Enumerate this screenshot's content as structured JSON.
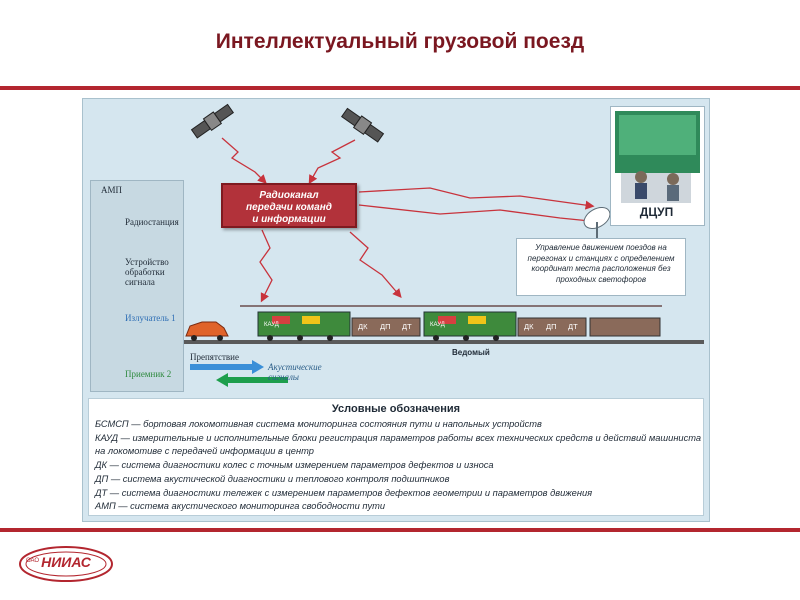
{
  "header": {
    "title": "Интеллектуальный грузовой поезд"
  },
  "colors": {
    "accent": "#b3262f",
    "panel": "#d5e6ef",
    "radio_box": "#b2323a",
    "arrow_blue": "#3a8fd8",
    "arrow_green": "#1d9e4c"
  },
  "amp_panel": {
    "title": "АМП",
    "radio_station": "Радиостанция",
    "processor": "Устройство\nобработки\nсигнала",
    "emitter": "Излучатель 1",
    "receiver": "Приемник 2"
  },
  "radio_box": {
    "label": "Радиоканал\nпередачи команд\nи информации"
  },
  "control_note": {
    "text": "Управление движением поездов на\nперегонах и станциях с определением\nкоординат места расположения без\nпроходных светофоров"
  },
  "dcup": {
    "label": "ДЦУП"
  },
  "scene": {
    "obstacle": "Препятствие",
    "acoustic": "Акустические\nсигналы",
    "slave": "Ведомый",
    "kaud_tag": "КАУД",
    "wagon_tags": [
      "ДК",
      "ДП",
      "ДТ",
      "ДК",
      "ДП",
      "ДТ"
    ]
  },
  "legend": {
    "title": "Условные обозначения",
    "lines": [
      "БСМСП — бортовая локомотивная система мониторинга состояния пути и напольных устройств",
      "КАУД — измерительные и исполнительные блоки  регистрация параметров работы всех технических средств и действий машиниста",
      "на локомотиве с передачей информации в центр",
      "ДК — система диагностики колес с точным измерением параметров дефектов и износа",
      "ДП — система акустической диагностики и теплового контроля подшипников",
      "ДТ — система диагностики тележек с измерением параметров дефектов геометрии и параметров движения",
      "АМП — система акустического мониторинга свободности пути"
    ]
  },
  "footer": {
    "logo_text": "НИИАС",
    "logo_small": "ОАО"
  }
}
